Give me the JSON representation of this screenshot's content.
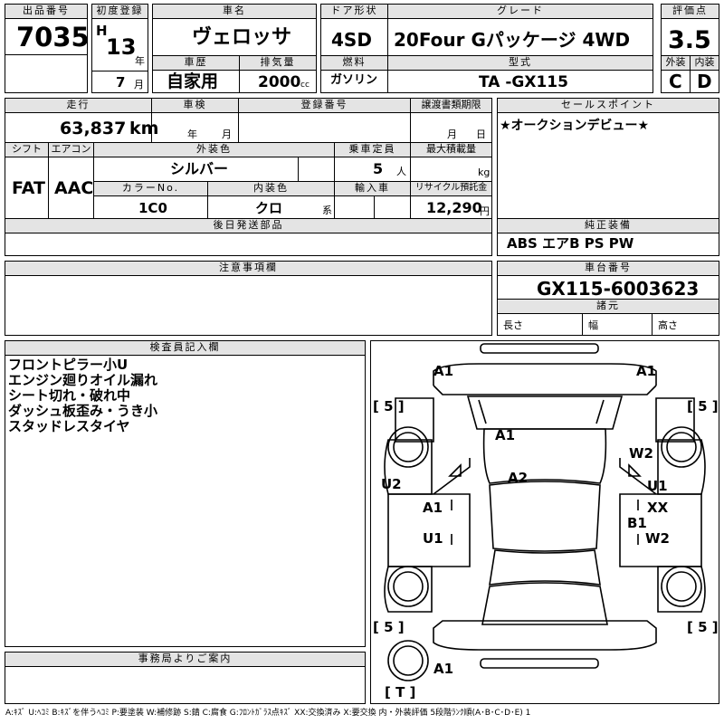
{
  "header": {
    "lot_no_label": "出品番号",
    "lot_no": "7035",
    "first_reg_label": "初度登録",
    "era": "H",
    "year": "13",
    "year_unit": "年",
    "month": "7",
    "month_unit": "月",
    "car_name_label": "車名",
    "car_name": "ヴェロッサ",
    "door_label": "ドア形状",
    "door": "4SD",
    "grade_label": "グレード",
    "grade": "20Four Gパッケージ 4WD",
    "score_label": "評価点",
    "score": "3.5",
    "history_label": "車歴",
    "history": "自家用",
    "displacement_label": "排気量",
    "displacement": "2000",
    "displacement_unit": "cc",
    "fuel_label": "燃料",
    "fuel": "ガソリン",
    "model_label": "型式",
    "model": "TA -GX115",
    "exterior_label": "外装",
    "exterior": "C",
    "interior_label": "内装",
    "interior": "D"
  },
  "row2": {
    "mileage_label": "走行",
    "mileage": "63,837",
    "mileage_unit": "km",
    "inspection_label": "車検",
    "inspection_year_unit": "年",
    "inspection_month_unit": "月",
    "reg_no_label": "登録番号",
    "deadline_label": "譲渡書類期限",
    "deadline_month_unit": "月",
    "deadline_day_unit": "日",
    "shift_label": "シフト",
    "shift": "FAT",
    "ac_label": "エアコン",
    "ac": "AAC",
    "color_label": "外装色",
    "color": "シルバー",
    "capacity_label": "乗車定員",
    "capacity": "5",
    "capacity_unit": "人",
    "max_load_label": "最大積載量",
    "max_load_unit": "kg",
    "color_no_label": "カラーNo.",
    "color_no": "1C0",
    "int_color_label": "内装色",
    "int_color": "クロ",
    "int_color_unit": "系",
    "import_label": "輸入車",
    "recycle_label": "リサイクル預託金",
    "recycle": "12,290",
    "recycle_unit": "円"
  },
  "sales_point": {
    "label": "セールスポイント",
    "text": "★オークションデビュー★"
  },
  "later_parts": {
    "label": "後日発送部品"
  },
  "equipment": {
    "label": "純正装備",
    "text": "ABS エアB PS PW"
  },
  "notes_box": {
    "label": "注意事項欄"
  },
  "chassis": {
    "label": "車台番号",
    "number": "GX115-6003623",
    "specs_label": "諸元",
    "length_label": "長さ",
    "width_label": "幅",
    "height_label": "高さ"
  },
  "inspector": {
    "label": "検査員記入欄",
    "lines": [
      "フロントピラー小U",
      "エンジン廻りオイル漏れ",
      "シート切れ・破れ中",
      "ダッシュ板歪み・うき小",
      "スタッドレスタイヤ"
    ]
  },
  "office": {
    "label": "事務局よりご案内"
  },
  "diagram": {
    "marks": [
      "A1",
      "A1",
      "A1",
      "A2",
      "U2",
      "A1",
      "U1",
      "W2",
      "U1",
      "XX",
      "B1",
      "W2",
      "A1"
    ],
    "tire_left_front": "[ 5 ]",
    "tire_right_front": "[ 5 ]",
    "tire_left_rear": "[ 5 ]",
    "tire_right_rear": "[ 5 ]",
    "spare": "[ T ]"
  },
  "legend": "A:ｷｽﾞ U:ﾍｺﾐ B:ｷｽﾞを伴うﾍｺﾐ P:要塗装 W:補修跡 S:錆 C:腐食 G:ﾌﾛﾝﾄｶﾞﾗｽ点ｷｽﾞ XX:交換済み X:要交換 内・外装評価 5段階ﾗﾝｸ順(A･B･C･D･E) 1"
}
